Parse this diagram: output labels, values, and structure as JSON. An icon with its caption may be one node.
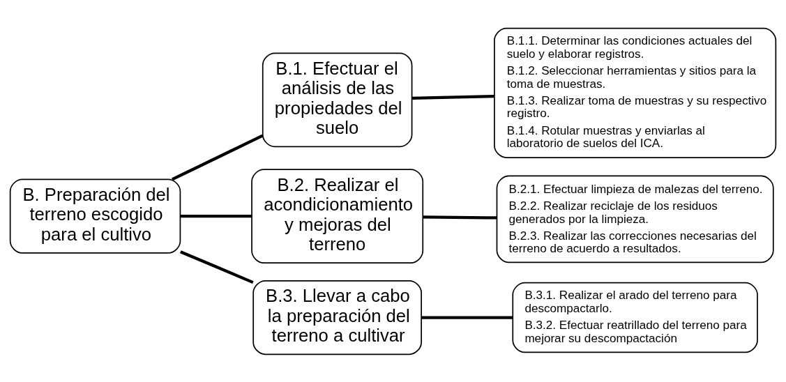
{
  "diagram": {
    "nodes": [
      {
        "text": [
          "B. Preparación del terreno escogido para el cultivo"
        ]
      },
      {
        "text": [
          "B.1. Efectuar el análisis de las propiedades del suelo"
        ]
      },
      {
        "text": [
          "B.2. Realizar el acondicionamiento y mejoras del terreno"
        ]
      },
      {
        "text": [
          "B.3. Llevar a cabo la preparación del terreno a cultivar"
        ]
      },
      {
        "text": [
          "B.1.1. Determinar las condiciones actuales del suelo y elaborar registros.",
          "B.1.2. Seleccionar herramientas y sitios para la toma de muestras.",
          "B.1.3. Realizar toma de muestras y su respectivo registro.",
          "B.1.4. Rotular muestras y enviarlas al laboratorio de suelos del ICA."
        ]
      },
      {
        "text": [
          "B.2.1. Efectuar limpieza de malezas del terreno.",
          "B.2.2. Realizar reciclaje de los residuos generados por la limpieza.",
          "B.2.3. Realizar las correcciones necesarias del terreno de acuerdo a resultados."
        ]
      },
      {
        "text": [
          "B.3.1. Realizar el arado del terreno para descompactarlo.",
          "B.3.2. Efectuar reatrillado del terreno para mejorar su descompactación"
        ]
      }
    ],
    "edges": [
      {
        "from": 0,
        "to": 1,
        "arrow": "none"
      },
      {
        "from": 0,
        "to": 2,
        "arrow": "none"
      },
      {
        "from": 0,
        "to": 3,
        "arrow": "none"
      },
      {
        "from": 1,
        "to": 4,
        "arrow": "none"
      },
      {
        "from": 2,
        "to": 5,
        "arrow": "none"
      },
      {
        "from": 3,
        "to": 6,
        "arrow": "none"
      }
    ]
  }
}
